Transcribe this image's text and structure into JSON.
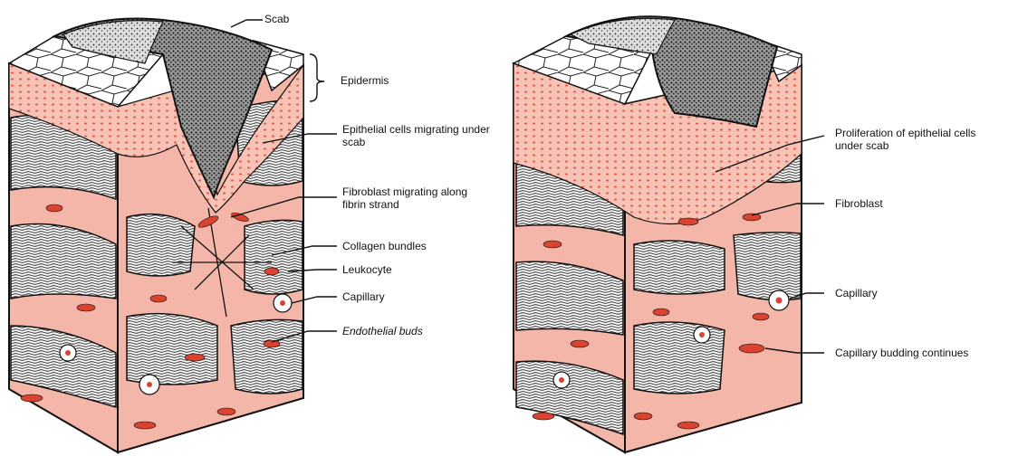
{
  "left_panel": {
    "labels": {
      "scab": "Scab",
      "epidermis": "Epidermis",
      "epithelial_migrating": "Epithelial cells migrating under scab",
      "fibroblast_migrating": "Fibroblast migrating along fibrin strand",
      "collagen": "Collagen bundles",
      "leukocyte": "Leukocyte",
      "capillary": "Capillary",
      "endothelial": "Endothelial buds"
    }
  },
  "right_panel": {
    "labels": {
      "proliferation": "Proliferation of epithelial cells under scab",
      "fibroblast": "Fibroblast",
      "capillary": "Capillary",
      "budding": "Capillary budding continues"
    }
  },
  "colors": {
    "tissue_pink": "#f4b6a8",
    "cell_red": "#d9432f",
    "ink": "#1a1a1a",
    "scab_grey": "#8c8c8c"
  }
}
